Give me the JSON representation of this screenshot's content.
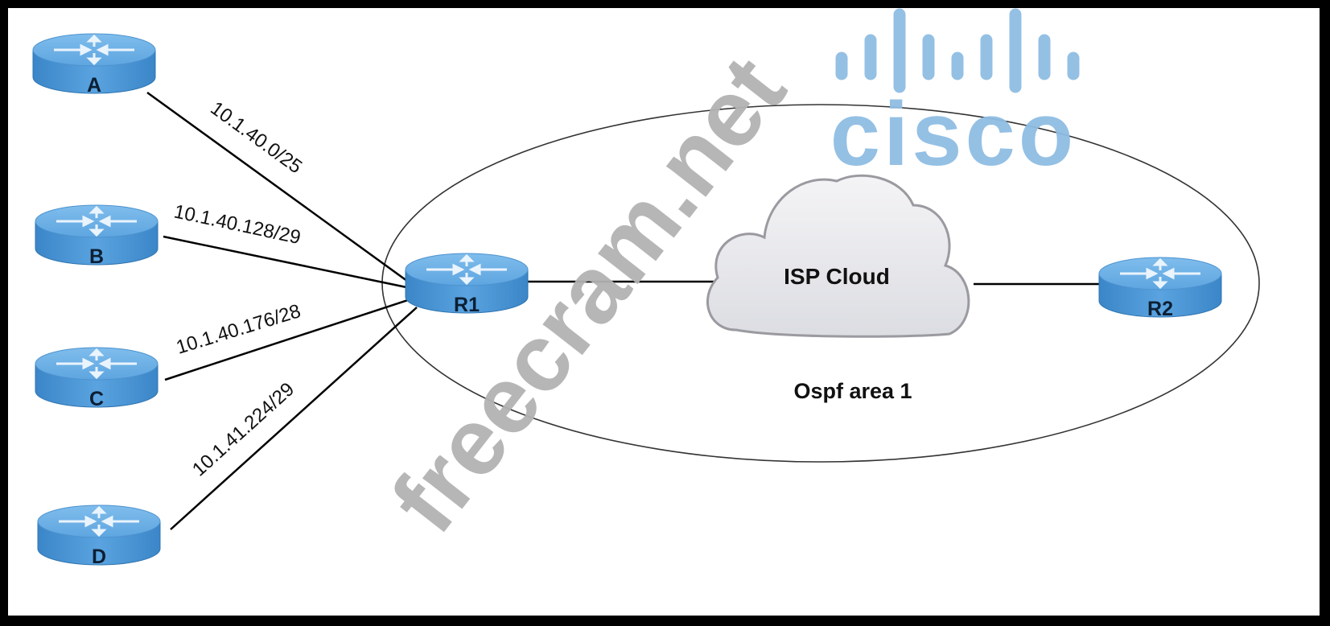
{
  "diagram": {
    "title": "OSPF network topology",
    "routers": [
      {
        "id": "A",
        "label": "A"
      },
      {
        "id": "B",
        "label": "B"
      },
      {
        "id": "C",
        "label": "C"
      },
      {
        "id": "D",
        "label": "D"
      },
      {
        "id": "R1",
        "label": "R1"
      },
      {
        "id": "R2",
        "label": "R2"
      }
    ],
    "links": [
      {
        "from": "A",
        "to": "R1",
        "subnet": "10.1.40.0/25"
      },
      {
        "from": "B",
        "to": "R1",
        "subnet": "10.1.40.128/29"
      },
      {
        "from": "C",
        "to": "R1",
        "subnet": "10.1.40.176/28"
      },
      {
        "from": "D",
        "to": "R1",
        "subnet": "10.1.41.224/29"
      },
      {
        "from": "R1",
        "to": "ISP",
        "subnet": ""
      },
      {
        "from": "ISP",
        "to": "R2",
        "subnet": ""
      }
    ],
    "cloud": {
      "label": "ISP Cloud"
    },
    "area": {
      "label": "Ospf area 1"
    }
  },
  "watermarks": {
    "site": "freecram.net",
    "logo": "cisco"
  },
  "colors": {
    "router_top": "#6aaee3",
    "router_side": "#3f8fd2",
    "router_label": "#0d1f33",
    "cisco_blue": "#8fbde3",
    "watermark_gray": "#b3b3b3",
    "line": "#000000"
  }
}
